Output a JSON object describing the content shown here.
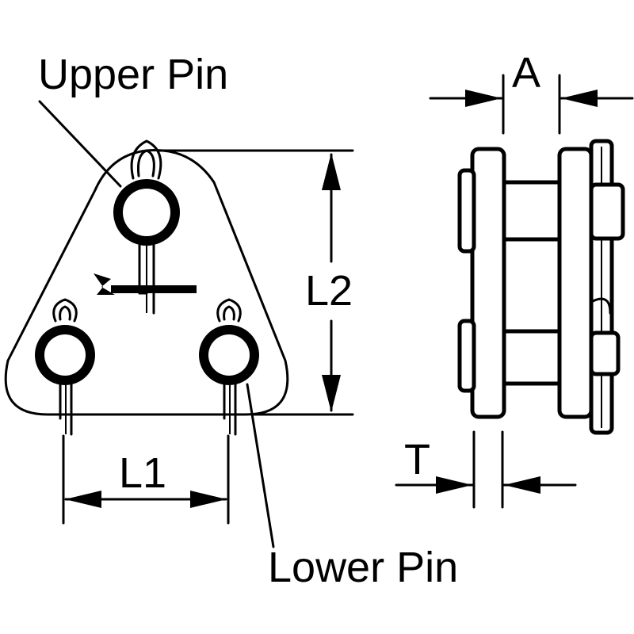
{
  "labels": {
    "upper_pin": "Upper Pin",
    "lower_pin": "Lower Pin",
    "dim_a": "A",
    "dim_l1": "L1",
    "dim_l2": "L2",
    "dim_t": "T"
  },
  "colors": {
    "line": "#000000",
    "background": "#ffffff"
  }
}
